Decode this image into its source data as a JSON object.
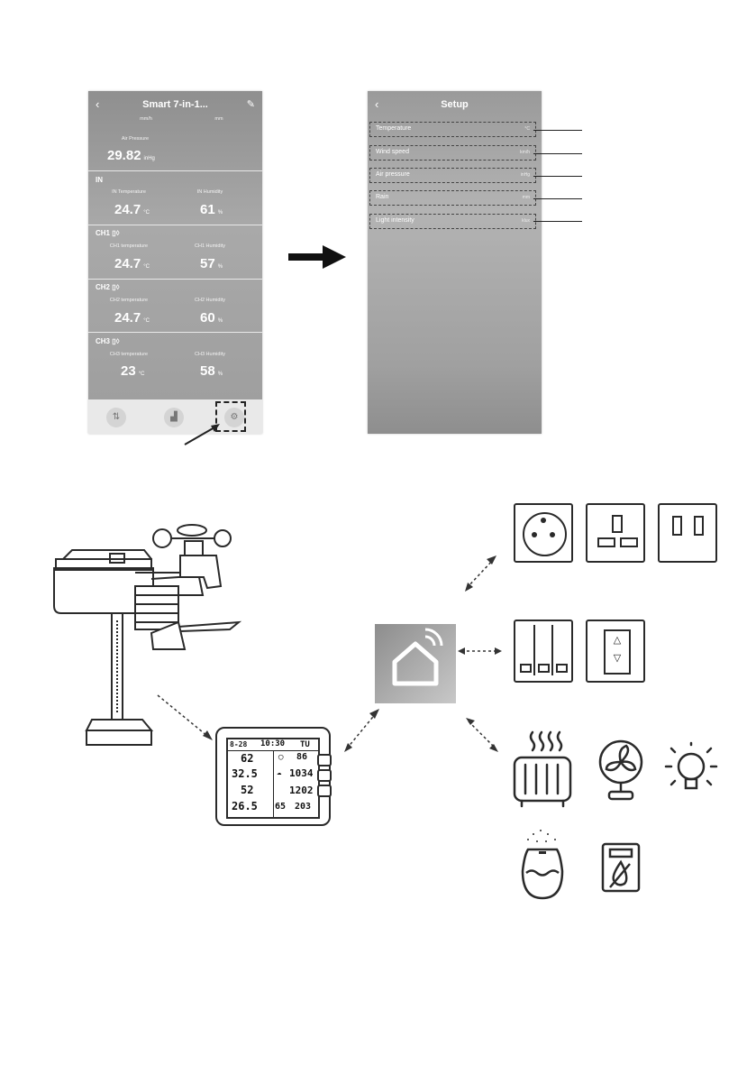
{
  "phone_main": {
    "title": "Smart 7-in-1...",
    "back_glyph": "‹",
    "edit_glyph": "✎",
    "top_units": {
      "left": "mm/h",
      "right": "mm"
    },
    "air_pressure": {
      "label": "Air Pressure",
      "value": "29.82",
      "unit": "inHg"
    },
    "sections": [
      {
        "title": "IN",
        "left": {
          "label": "IN Temperature",
          "value": "24.7",
          "unit": "°C"
        },
        "right": {
          "label": "IN Humidity",
          "value": "61",
          "unit": "%"
        }
      },
      {
        "title": "CH1",
        "left": {
          "label": "CH1 temperature",
          "value": "24.7",
          "unit": "°C"
        },
        "right": {
          "label": "CH1 Humidity",
          "value": "57",
          "unit": "%"
        }
      },
      {
        "title": "CH2",
        "left": {
          "label": "CH2 temperature",
          "value": "24.7",
          "unit": "°C"
        },
        "right": {
          "label": "CH2 Humidity",
          "value": "60",
          "unit": "%"
        }
      },
      {
        "title": "CH3",
        "left": {
          "label": "CH3 temperature",
          "value": "23",
          "unit": "°C"
        },
        "right": {
          "label": "CH3 Humidity",
          "value": "58",
          "unit": "%"
        }
      }
    ],
    "nav": [
      "sort-icon",
      "chart-icon",
      "gear-icon"
    ]
  },
  "phone_setup": {
    "title": "Setup",
    "back_glyph": "‹",
    "rows": [
      {
        "label": "Temperature",
        "unit": "°C"
      },
      {
        "label": "Wind speed",
        "unit": "km/h"
      },
      {
        "label": "Air pressure",
        "unit": "inHg"
      },
      {
        "label": "Rain",
        "unit": "mm"
      },
      {
        "label": "Light intensity",
        "unit": "klux"
      }
    ]
  },
  "console": {
    "date": "8-28",
    "time": "10:30",
    "day": "TU",
    "humidity_in": "62",
    "temp_in": "32.5",
    "humidity_out": "52",
    "temp_out": "26.5",
    "r1": "86",
    "r2": "1034",
    "r3": "1202",
    "r4a": "65",
    "r4b": "203"
  },
  "colors": {
    "line": "#2a2a2a",
    "screen_gray": "#a3a3a3"
  }
}
